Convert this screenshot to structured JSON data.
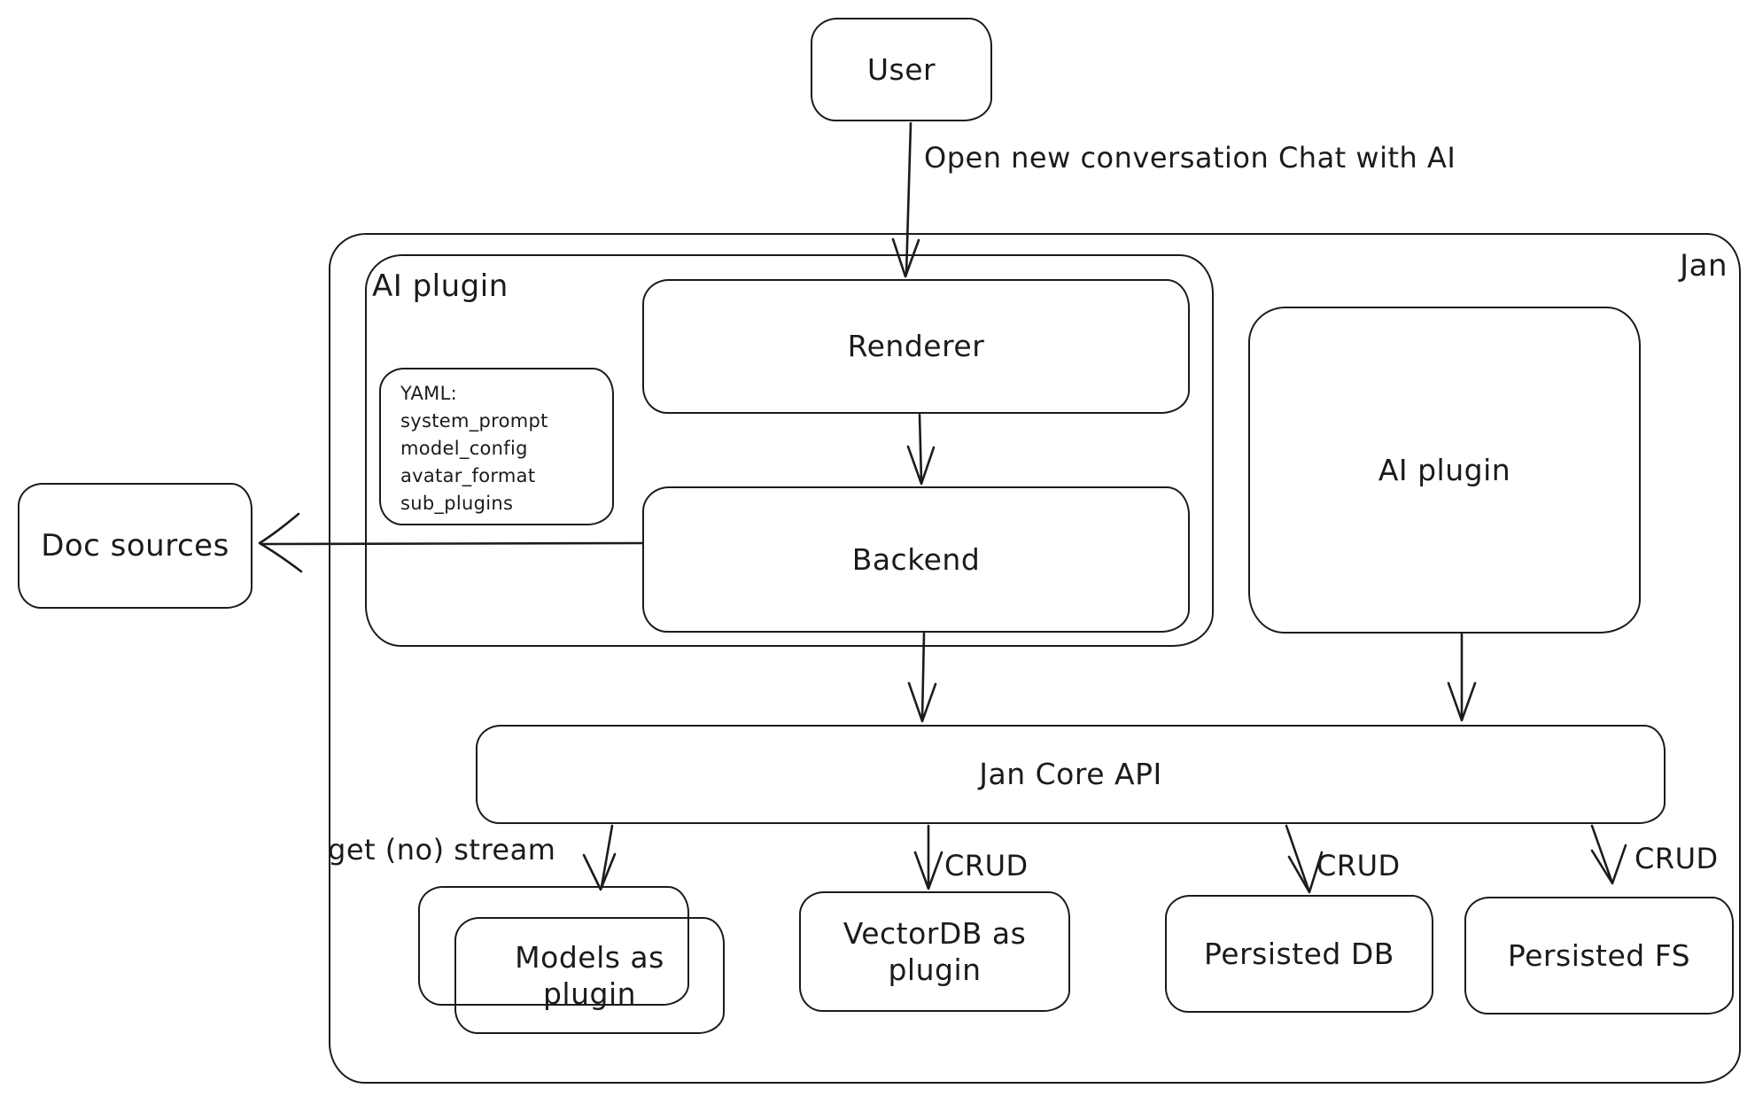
{
  "canvas": {
    "ink_color": "#1b1b1b",
    "background": "#ffffff"
  },
  "nodes": {
    "user": "User",
    "jan": "Jan",
    "ai_plugin_container": "AI plugin",
    "renderer": "Renderer",
    "backend": "Backend",
    "yaml_note": {
      "title": "YAML:",
      "lines": [
        "system_prompt",
        "model_config",
        "avatar_format",
        "sub_plugins"
      ]
    },
    "doc_sources": "Doc sources",
    "ai_plugin_right": "AI plugin",
    "jan_core_api": "Jan Core API",
    "models_as_plugin": "Models as\nplugin",
    "vectordb_as_plugin": "VectorDB as\nplugin",
    "persisted_db": "Persisted DB",
    "persisted_fs": "Persisted FS"
  },
  "edge_labels": {
    "user_to_renderer": "Open new conversation\nChat with AI",
    "get_no_stream": "get (no) stream",
    "crud_vectordb": "CRUD",
    "crud_persisted_db": "CRUD",
    "crud_persisted_fs": "CRUD"
  }
}
